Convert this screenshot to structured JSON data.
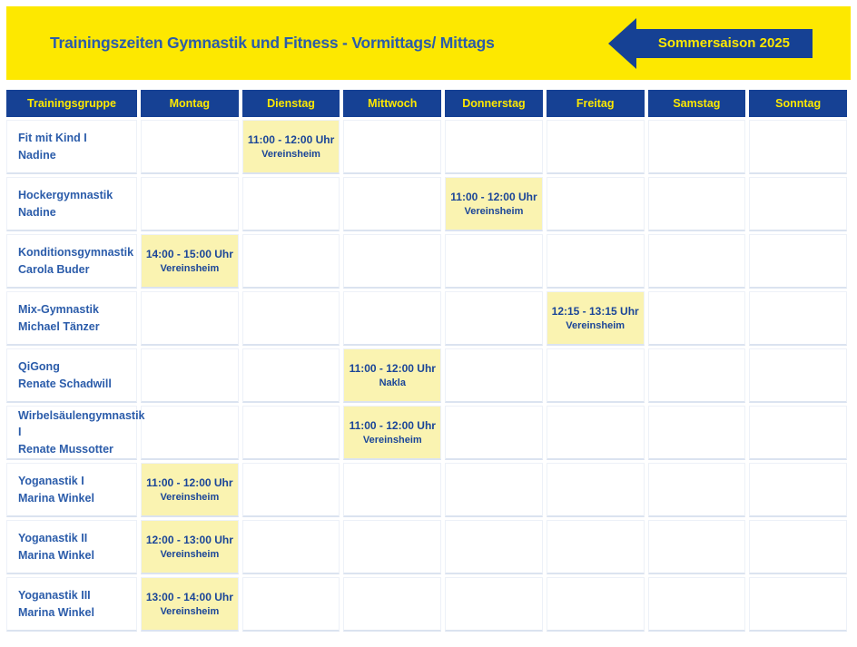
{
  "banner": {
    "title": "Trainingszeiten Gymnastik und Fitness - Vormittags/ Mittags",
    "badge": "Sommersaison 2025"
  },
  "colors": {
    "banner_yellow": "#fde800",
    "header_blue": "#164194",
    "session_cell_yellow": "#faf3b1",
    "title_blue": "#2b5caa",
    "session_text_blue": "#1a4598"
  },
  "table": {
    "columns": [
      "Trainingsgruppe",
      "Montag",
      "Dienstag",
      "Mittwoch",
      "Donnerstag",
      "Freitag",
      "Samstag",
      "Sonntag"
    ],
    "rows": [
      {
        "group": "Fit mit Kind I",
        "trainer": "Nadine",
        "sessions": {
          "Dienstag": {
            "time": "11:00 - 12:00 Uhr",
            "location": "Vereinsheim"
          }
        }
      },
      {
        "group": "Hockergymnastik",
        "trainer": "Nadine",
        "sessions": {
          "Donnerstag": {
            "time": "11:00 - 12:00 Uhr",
            "location": "Vereinsheim"
          }
        }
      },
      {
        "group": "Konditionsgymnastik",
        "trainer": "Carola Buder",
        "sessions": {
          "Montag": {
            "time": "14:00 - 15:00 Uhr",
            "location": "Vereinsheim"
          }
        }
      },
      {
        "group": "Mix-Gymnastik",
        "trainer": "Michael Tänzer",
        "sessions": {
          "Freitag": {
            "time": "12:15 - 13:15 Uhr",
            "location": "Vereinsheim"
          }
        }
      },
      {
        "group": "QiGong",
        "trainer": "Renate Schadwill",
        "sessions": {
          "Mittwoch": {
            "time": "11:00 - 12:00 Uhr",
            "location": "Nakla"
          }
        }
      },
      {
        "group": "Wirbelsäulengymnastik I",
        "trainer": "Renate Mussotter",
        "sessions": {
          "Mittwoch": {
            "time": "11:00 - 12:00 Uhr",
            "location": "Vereinsheim"
          }
        }
      },
      {
        "group": "Yoganastik I",
        "trainer": "Marina Winkel",
        "sessions": {
          "Montag": {
            "time": "11:00 - 12:00 Uhr",
            "location": "Vereinsheim"
          }
        }
      },
      {
        "group": "Yoganastik II",
        "trainer": "Marina Winkel",
        "sessions": {
          "Montag": {
            "time": "12:00 - 13:00 Uhr",
            "location": "Vereinsheim"
          }
        }
      },
      {
        "group": "Yoganastik III",
        "trainer": "Marina Winkel",
        "sessions": {
          "Montag": {
            "time": "13:00 - 14:00 Uhr",
            "location": "Vereinsheim"
          }
        }
      }
    ]
  }
}
